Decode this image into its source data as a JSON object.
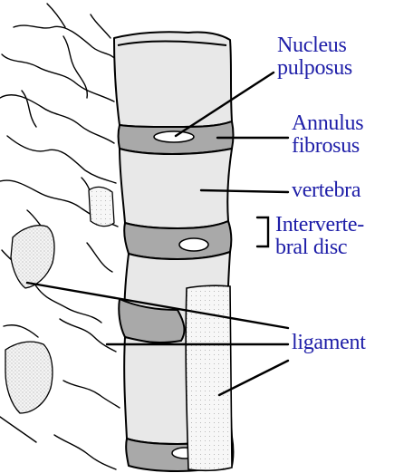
{
  "labels": {
    "nucleus": [
      "Nucleus",
      "pulposus"
    ],
    "annulus": [
      "Annulus",
      "fibrosus"
    ],
    "vertebra": "vertebra",
    "disc": [
      "Interverte-",
      "bral disc"
    ],
    "ligament": "ligament"
  },
  "colors": {
    "label": "#1e1ea8",
    "outline": "#000000",
    "vertebra_fill": "#e8e8e8",
    "disc_fill": "#a9a9a9",
    "background": "#ffffff"
  }
}
